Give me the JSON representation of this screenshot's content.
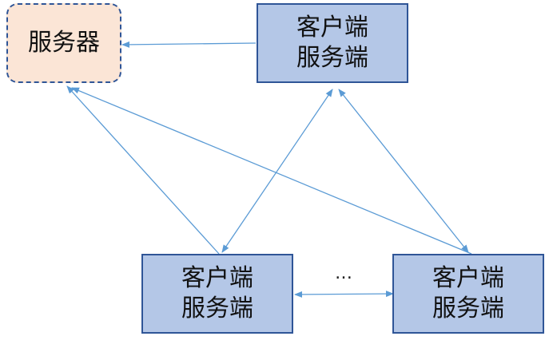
{
  "server": {
    "label": "服务器"
  },
  "peers": [
    {
      "line1": "客户端",
      "line2": "服务端"
    },
    {
      "line1": "客户端",
      "line2": "服务端"
    },
    {
      "line1": "客户端",
      "line2": "服务端"
    }
  ],
  "ellipsis": "…",
  "colors": {
    "peer_fill": "#b4c7e7",
    "peer_border": "#2f5597",
    "server_fill": "#fbe5d6",
    "arrow": "#5b9bd5"
  }
}
